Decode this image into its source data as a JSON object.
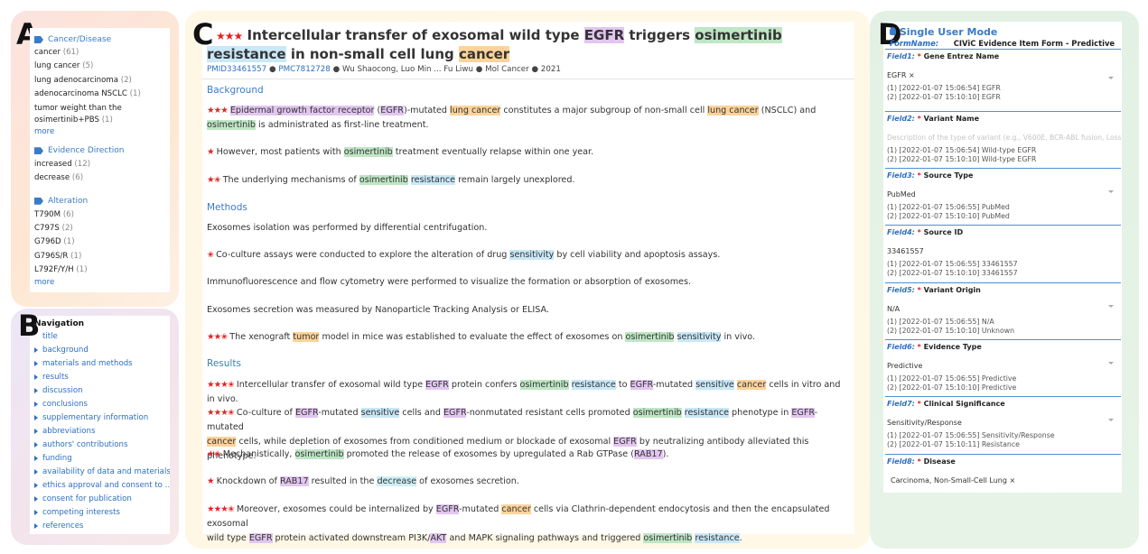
{
  "labels": {
    "a": "A",
    "b": "B",
    "c": "C",
    "d": "D"
  },
  "facets": {
    "cancer": {
      "title": "Cancer/Disease",
      "items": [
        {
          "label": "cancer",
          "count": "(61)"
        },
        {
          "label": "lung cancer",
          "count": "(5)"
        },
        {
          "label": "lung adenocarcinoma",
          "count": "(2)"
        },
        {
          "label": "adenocarcinoma NSCLC",
          "count": "(1)"
        },
        {
          "label": "tumor weight than the",
          "count": ""
        },
        {
          "label": "osimertinib+PBS",
          "count": "(1)"
        }
      ],
      "more": "more"
    },
    "direction": {
      "title": "Evidence Direction",
      "items": [
        {
          "label": "increased",
          "count": "(12)"
        },
        {
          "label": "decrease",
          "count": "(6)"
        }
      ]
    },
    "alteration": {
      "title": "Alteration",
      "items": [
        {
          "label": "T790M",
          "count": "(6)"
        },
        {
          "label": "C797S",
          "count": "(2)"
        },
        {
          "label": "G796D",
          "count": "(1)"
        },
        {
          "label": "G796S/R",
          "count": "(1)"
        },
        {
          "label": "L792F/Y/H",
          "count": "(1)"
        }
      ],
      "more": "more"
    }
  },
  "navigation": {
    "title": "Navigation",
    "items": [
      "title",
      "background",
      "materials and methods",
      "results",
      "discussion",
      "conclusions",
      "supplementary information",
      "abbreviations",
      "authors' contributions",
      "funding",
      "availability of data and materials",
      "ethics approval and consent to ...",
      "consent for publication",
      "competing interests",
      "references"
    ]
  },
  "article": {
    "stars": "★★★",
    "title": {
      "t1": "Intercellular transfer of exosomal wild type ",
      "t2": "EGFR",
      "t3": " triggers ",
      "t4": "osimertinib",
      "t5": " ",
      "t6": "resistance",
      "t7": " in non-small cell lung ",
      "t8": "cancer"
    },
    "meta": {
      "pmid": "PMID33461557",
      "pmc": "PMC7812728",
      "authors": "Wu Shaocong, Luo Min ... Fu Liwu",
      "journal": "Mol Cancer",
      "year": "2021"
    },
    "sections": {
      "background": "Background",
      "methods": "Methods",
      "results": "Results"
    },
    "s1": {
      "stars": "★★★",
      "p1": "Epidermal growth factor receptor",
      "p2": " (",
      "p3": "EGFR",
      "p4": ")-mutated ",
      "p5": "lung cancer",
      "p6": " constitutes a major subgroup of non-small cell ",
      "p7": "lung cancer",
      "p8": " (NSCLC) and ",
      "p9": "osimertinib",
      "p10": " is administrated as first-line treatment."
    },
    "s2": {
      "stars": "★",
      "p1": " However, most patients with ",
      "p2": "osimertinib",
      "p3": " treatment eventually relapse within one year."
    },
    "s3": {
      "stars": "★✬",
      "p1": " The underlying mechanisms of ",
      "p2": "osimertinib",
      "p3": " ",
      "p4": "resistance",
      "p5": " remain largely unexplored."
    },
    "m1": "Exosomes isolation was performed by differential centrifugation.",
    "m2": {
      "stars": "✬",
      "p1": " Co-culture assays were conducted to explore the alteration of drug ",
      "p2": "sensitivity",
      "p3": " by cell viability and apoptosis assays."
    },
    "m3": "Immunofluorescence and flow cytometry were performed to visualize the formation or absorption of exosomes.",
    "m4": "Exosomes secretion was measured by Nanoparticle Tracking Analysis or ELISA.",
    "m5": {
      "stars": "★★✬",
      "p1": " The xenograft ",
      "p2": "tumor",
      "p3": " model in mice was established to evaluate the effect of exosomes on ",
      "p4": "osimertinib",
      "p5": " ",
      "p6": "sensitivity",
      "p7": " in vivo."
    },
    "r1": {
      "stars": "★★★✬",
      "p1": " Intercellular transfer of exosomal wild type ",
      "p2": "EGFR",
      "p3": " protein confers ",
      "p4": "osimertinib",
      "p5": " ",
      "p6": "resistance",
      "p7": " to ",
      "p8": "EGFR",
      "p9": "-mutated ",
      "p10": "sensitive",
      "p11": " ",
      "p12": "cancer",
      "p13": " cells in vitro and in vivo."
    },
    "r2": {
      "stars": "★★★✬",
      "p1": " Co-culture of ",
      "p2": "EGFR",
      "p3": "-mutated ",
      "p4": "sensitive",
      "p5": " cells and ",
      "p6": "EGFR",
      "p7": "-nonmutated resistant cells promoted ",
      "p8": "osimertinib",
      "p9": " ",
      "p10": "resistance",
      "p11": " phenotype in ",
      "p12": "EGFR",
      "p13": "-mutated",
      "p14": "cancer",
      "p15": " cells, while depletion of exosomes from conditioned medium or blockade of exosomal ",
      "p16": "EGFR",
      "p17": " by neutralizing antibody alleviated this phenotype."
    },
    "r3": {
      "stars": "★✬",
      "p1": " Mechanistically, ",
      "p2": "osimertinib",
      "p3": " promoted the release of exosomes by upregulated a Rab GTPase (",
      "p4": "RAB17",
      "p5": ")."
    },
    "r4": {
      "stars": "★",
      "p1": " Knockdown of ",
      "p2": "RAB17",
      "p3": " resulted in the ",
      "p4": "decrease",
      "p5": " of exosomes secretion."
    },
    "r5": {
      "stars": "★★★✬",
      "p1": " Moreover, exosomes could be internalized by ",
      "p2": "EGFR",
      "p3": "-mutated ",
      "p4": "cancer",
      "p5": " cells via Clathrin-dependent endocytosis and then the encapsulated exosomal",
      "p6": "wild type ",
      "p7": "EGFR",
      "p8": " protein activated downstream PI3K/",
      "p9": "AKT",
      "p10": " and MAPK signaling pathways and triggered ",
      "p11": "osimertinib",
      "p12": " ",
      "p13": "resistance",
      "p14": "."
    }
  },
  "form": {
    "mode": "Single User Mode",
    "formLabel": "FormName:",
    "formName": "CIViC Evidence Item Form - Predictive",
    "fields": [
      {
        "num": "Field1:",
        "name": "Gene Entrez Name",
        "value": "EGFR",
        "removable": "×",
        "h1": "(1) [2022-01-07 15:06:54] EGFR",
        "h2": "(2) [2022-01-07 15:10:10] EGFR"
      },
      {
        "num": "Field2:",
        "name": "Variant Name",
        "placeholder": "Description of the type of variant (e.g., V600E, BCR-ABL fusion, Loss-",
        "h1": "(1) [2022-01-07 15:06:54] Wild-type EGFR",
        "h2": "(2) [2022-01-07 15:10:10] Wild-type EGFR"
      },
      {
        "num": "Field3:",
        "name": "Source Type",
        "value": "PubMed",
        "h1": "(1) [2022-01-07 15:06:55] PubMed",
        "h2": "(2) [2022-01-07 15:10:10] PubMed"
      },
      {
        "num": "Field4:",
        "name": "Source ID",
        "value": "33461557",
        "h1": "(1) [2022-01-07 15:06:55] 33461557",
        "h2": "(2) [2022-01-07 15:10:10] 33461557"
      },
      {
        "num": "Field5:",
        "name": "Variant Origin",
        "value": "N/A",
        "h1": "(1) [2022-01-07 15:06:55] N/A",
        "h2": "(2) [2022-01-07 15:10:10] Unknown"
      },
      {
        "num": "Field6:",
        "name": "Evidence Type",
        "value": "Predictive",
        "h1": "(1) [2022-01-07 15:06:55] Predictive",
        "h2": "(2) [2022-01-07 15:10:10] Predictive"
      },
      {
        "num": "Field7:",
        "name": "Clinical Significance",
        "value": "Sensitivity/Response",
        "h1": "(1) [2022-01-07 15:06:55] Sensitivity/Response",
        "h2": "(2) [2022-01-07 15:10:11] Resistance"
      },
      {
        "num": "Field8:",
        "name": "Disease",
        "value": "Carcinoma, Non-Small-Cell Lung",
        "removable": "×"
      }
    ],
    "required": "*"
  },
  "colors": {
    "accent": "#3a7bc8",
    "star": "#e02424",
    "gene": "#e2c6f0",
    "disease": "#fdd39a",
    "drug": "#bfe6c5",
    "phenotype": "#c9e8f8"
  }
}
